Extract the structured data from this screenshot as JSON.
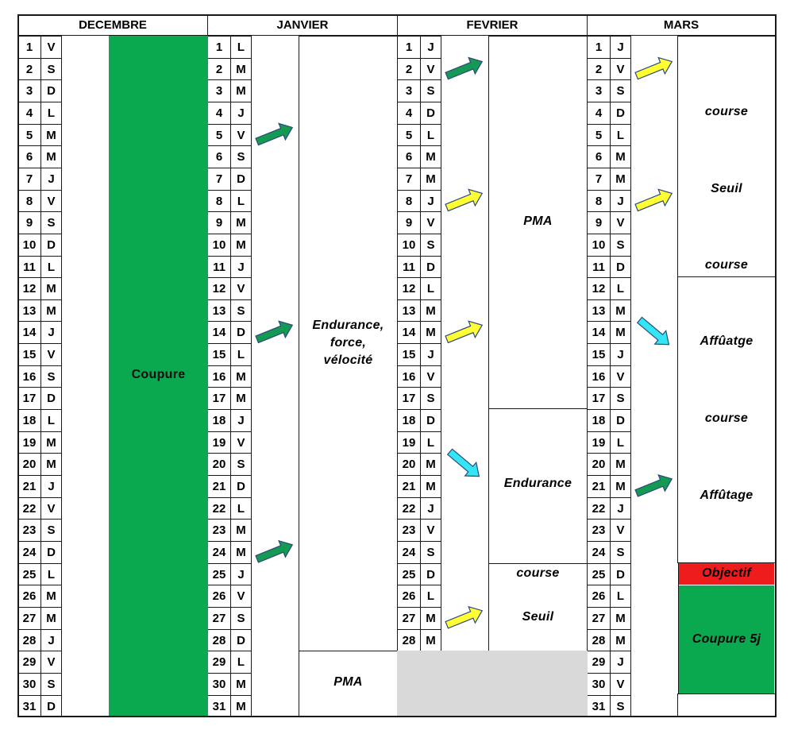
{
  "months": [
    {
      "name": "DECEMBRE",
      "days": 31,
      "letters": [
        "V",
        "S",
        "D",
        "L",
        "M",
        "M",
        "J",
        "V",
        "S",
        "D",
        "L",
        "M",
        "M",
        "J",
        "V",
        "S",
        "D",
        "L",
        "M",
        "M",
        "J",
        "V",
        "S",
        "D",
        "L",
        "M",
        "M",
        "J",
        "V",
        "S",
        "D"
      ]
    },
    {
      "name": "JANVIER",
      "days": 31,
      "letters": [
        "L",
        "M",
        "M",
        "J",
        "V",
        "S",
        "D",
        "L",
        "M",
        "M",
        "J",
        "V",
        "S",
        "D",
        "L",
        "M",
        "M",
        "J",
        "V",
        "S",
        "D",
        "L",
        "M",
        "M",
        "J",
        "V",
        "S",
        "D",
        "L",
        "M",
        "M"
      ]
    },
    {
      "name": "FEVRIER",
      "days": 28,
      "letters": [
        "J",
        "V",
        "S",
        "D",
        "L",
        "M",
        "M",
        "J",
        "V",
        "S",
        "D",
        "L",
        "M",
        "M",
        "J",
        "V",
        "S",
        "D",
        "L",
        "M",
        "M",
        "J",
        "V",
        "S",
        "D",
        "L",
        "M",
        "M"
      ]
    },
    {
      "name": "MARS",
      "days": 31,
      "letters": [
        "J",
        "V",
        "S",
        "D",
        "L",
        "M",
        "M",
        "J",
        "V",
        "S",
        "D",
        "L",
        "M",
        "M",
        "J",
        "V",
        "S",
        "D",
        "L",
        "M",
        "M",
        "J",
        "V",
        "S",
        "D",
        "L",
        "M",
        "M",
        "J",
        "V",
        "S"
      ]
    }
  ],
  "labels": {
    "coupure": "Coupure",
    "jan_block": [
      "Endurance,",
      "force,",
      "vélocité"
    ],
    "jan_pma": "PMA",
    "feb_pma": "PMA",
    "feb_endurance": "Endurance",
    "feb_course": "course",
    "feb_seuil": "Seuil",
    "mar_course_1": "course",
    "mar_seuil": "Seuil",
    "mar_course_2": "course",
    "mar_affuatge": "Affûatge",
    "mar_course_3": "course",
    "mar_affutage": "Affûtage",
    "mar_objectif": "Objectif",
    "mar_coupure": "Coupure 5j"
  },
  "colors": {
    "green": "#0aa84f",
    "red": "#ee1c1c",
    "grey": "#d9d9d9",
    "arrow_green": "#149a52",
    "arrow_yellow": "#ffff33",
    "arrow_cyan": "#33e5f5",
    "arrow_stroke": "#2c4a7a"
  },
  "arrows": [
    {
      "month": "JANVIER",
      "day": 5,
      "color": "green",
      "direction": "up-right"
    },
    {
      "month": "JANVIER",
      "day": 14,
      "color": "green",
      "direction": "up-right"
    },
    {
      "month": "JANVIER",
      "day": 24,
      "color": "green",
      "direction": "up-right"
    },
    {
      "month": "FEVRIER",
      "day": 2,
      "color": "green",
      "direction": "up-right"
    },
    {
      "month": "FEVRIER",
      "day": 8,
      "color": "yellow",
      "direction": "up-right"
    },
    {
      "month": "FEVRIER",
      "day": 14,
      "color": "yellow",
      "direction": "up-right"
    },
    {
      "month": "FEVRIER",
      "day": 20,
      "color": "cyan",
      "direction": "down-right"
    },
    {
      "month": "FEVRIER",
      "day": 27,
      "color": "yellow",
      "direction": "up-right"
    },
    {
      "month": "MARS",
      "day": 2,
      "color": "yellow",
      "direction": "up-right"
    },
    {
      "month": "MARS",
      "day": 8,
      "color": "yellow",
      "direction": "up-right"
    },
    {
      "month": "MARS",
      "day": 14,
      "color": "cyan",
      "direction": "down-right"
    },
    {
      "month": "MARS",
      "day": 21,
      "color": "green",
      "direction": "up-right"
    }
  ]
}
